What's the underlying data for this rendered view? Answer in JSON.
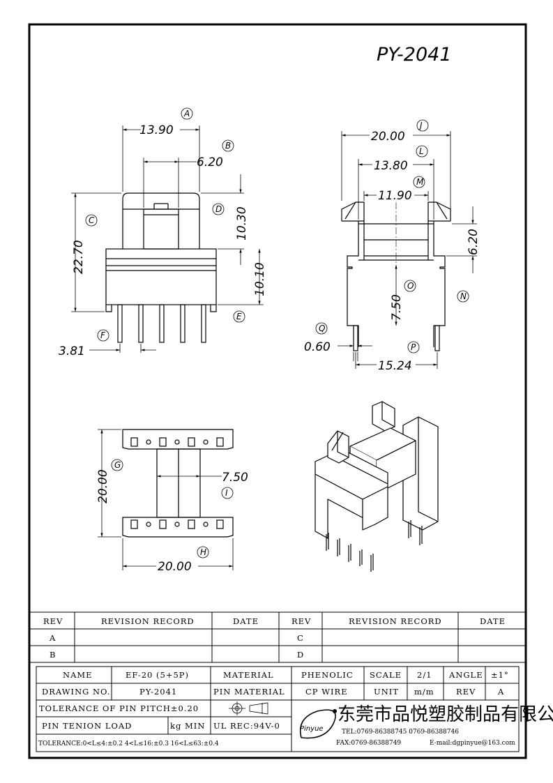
{
  "part_number": "PY-2041",
  "front_view": {
    "dim_a": {
      "tag": "A",
      "value": "13.90"
    },
    "dim_b": {
      "tag": "B",
      "value": "6.20"
    },
    "dim_c": {
      "tag": "C",
      "value": "22.70"
    },
    "dim_d": {
      "tag": "D",
      "value": "10.30"
    },
    "dim_e": {
      "tag": "E",
      "value": "10.10"
    },
    "dim_f": {
      "tag": "F",
      "value": "3.81"
    }
  },
  "side_view": {
    "dim_j": {
      "tag": "J",
      "value": "20.00"
    },
    "dim_l": {
      "tag": "L",
      "value": "13.80"
    },
    "dim_m": {
      "tag": "M",
      "value": "11.90"
    },
    "dim_k": {
      "tag": "",
      "value": "6.20"
    },
    "dim_o": {
      "tag": "O",
      "value": "7.50"
    },
    "dim_n": {
      "tag": "N"
    },
    "dim_q": {
      "tag": "Q",
      "value": "0.60"
    },
    "dim_p": {
      "tag": "P",
      "value": "15.24"
    }
  },
  "bottom_view": {
    "dim_g": {
      "tag": "G",
      "value": "20.00"
    },
    "dim_i": {
      "tag": "I",
      "value": "7.50"
    },
    "dim_h": {
      "tag": "H",
      "value": "20.00"
    }
  },
  "revision_table": {
    "headers": [
      "REV",
      "REVISION RECORD",
      "DATE",
      "REV",
      "REVISION RECORD",
      "DATE"
    ],
    "rows": [
      [
        "A",
        "",
        "",
        "C",
        "",
        ""
      ],
      [
        "B",
        "",
        "",
        "D",
        "",
        ""
      ]
    ]
  },
  "title_block": {
    "name_label": "NAME",
    "name_value": "EF-20 (5+5P)",
    "material_label": "MATERIAL",
    "material_value": "PHENOLIC",
    "scale_label": "SCALE",
    "scale_value": "2/1",
    "angle_label": "ANGLE",
    "angle_value": "±1°",
    "drawing_no_label": "DRAWING NO.",
    "drawing_no_value": "PY-2041",
    "pin_material_label": "PIN MATERIAL",
    "pin_material_value": "CP WIRE",
    "unit_label": "UNIT",
    "unit_value": "m/m",
    "rev_label": "REV",
    "rev_value": "A",
    "pin_pitch_tolerance": "TOLERANCE OF PIN PITCH±0.20",
    "pin_tension_load": "PIN TENION LOAD",
    "pin_tension_unit": "kg MIN",
    "ul_rec": "UL REC:94V-0",
    "general_tolerance": "TOLERANCE:0<L≤4:±0.2  4<L≤16:±0.3  16<L≤63:±0.4",
    "logo_text": "Pinyue",
    "company_cn": "东莞市品悦塑胶制品有限公司",
    "tel": "TEL:0769-86388745  0769-86388746",
    "fax": "FAX:0769-86388749",
    "email": "E-mail:dgpinyue@163.com"
  }
}
